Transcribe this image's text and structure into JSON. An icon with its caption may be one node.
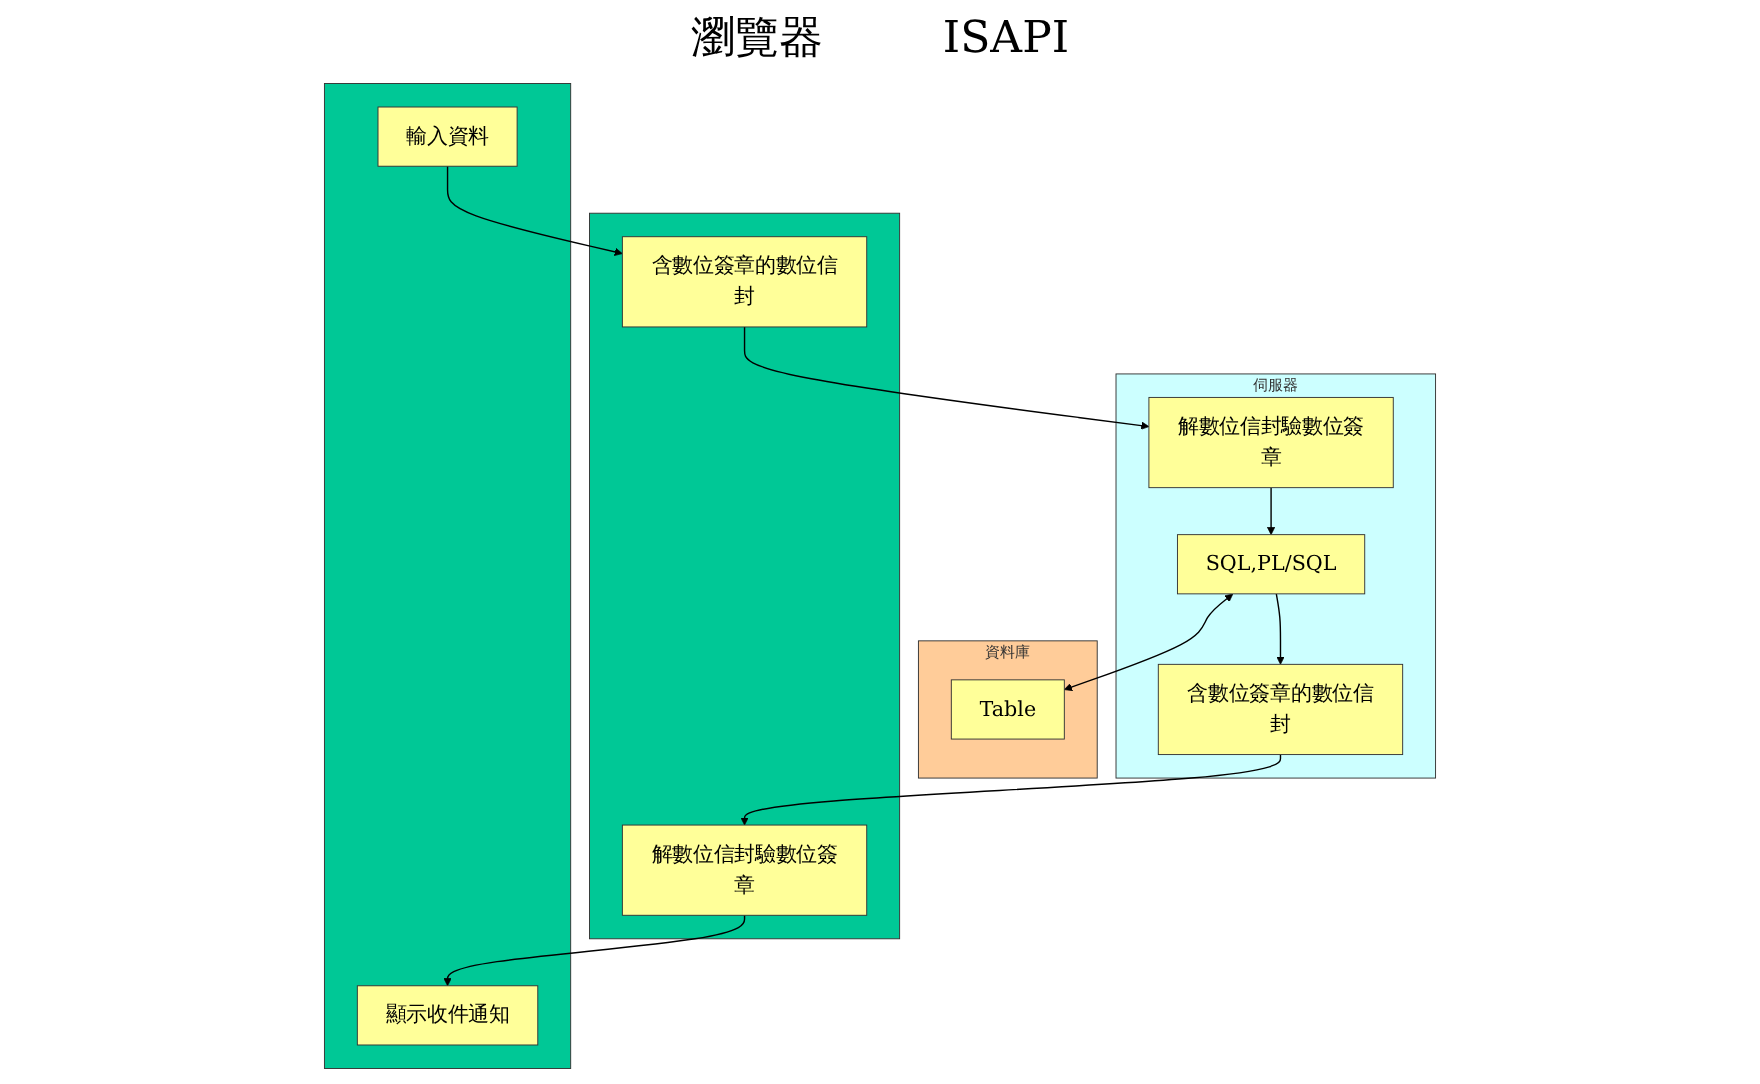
{
  "diagram": {
    "nodes": [
      {
        "text": [],
        "shape": "box"
      },
      {
        "text": [
          "輸入資料"
        ],
        "in": 0
      },
      {
        "text": [
          "顯示收件通知"
        ],
        "in": 0
      },
      {
        "text": [],
        "shape": "box"
      },
      {
        "text": [
          "含數位簽章的數位信封"
        ],
        "in": 3
      },
      {
        "text": [
          "解數位信封驗數位簽章"
        ],
        "in": 3
      },
      {
        "text": [
          "伺服器"
        ]
      },
      {
        "text": [
          "解數位信封驗數位簽章"
        ],
        "in": 6
      },
      {
        "text": [
          "SQL,PL/SQL"
        ],
        "in": 6
      },
      {
        "text": [
          "含數位簽章的數位信封"
        ],
        "in": 6
      },
      {
        "text": [
          "資料庫"
        ]
      },
      {
        "text": [
          "Table"
        ],
        "in": 10
      }
    ],
    "edges": [
      {
        "from": 1,
        "to": 4,
        "arrow": "to"
      },
      {
        "from": 4,
        "to": 7,
        "arrow": "to"
      },
      {
        "from": 7,
        "to": 8,
        "arrow": "to"
      },
      {
        "from": 8,
        "to": 11,
        "arrow": "both"
      },
      {
        "from": 8,
        "to": 9,
        "arrow": "to"
      },
      {
        "from": 9,
        "to": 5,
        "arrow": "to"
      },
      {
        "from": 5,
        "to": 2,
        "arrow": "to"
      }
    ],
    "labels": [
      "瀏覽器",
      "ISAPI"
    ]
  }
}
